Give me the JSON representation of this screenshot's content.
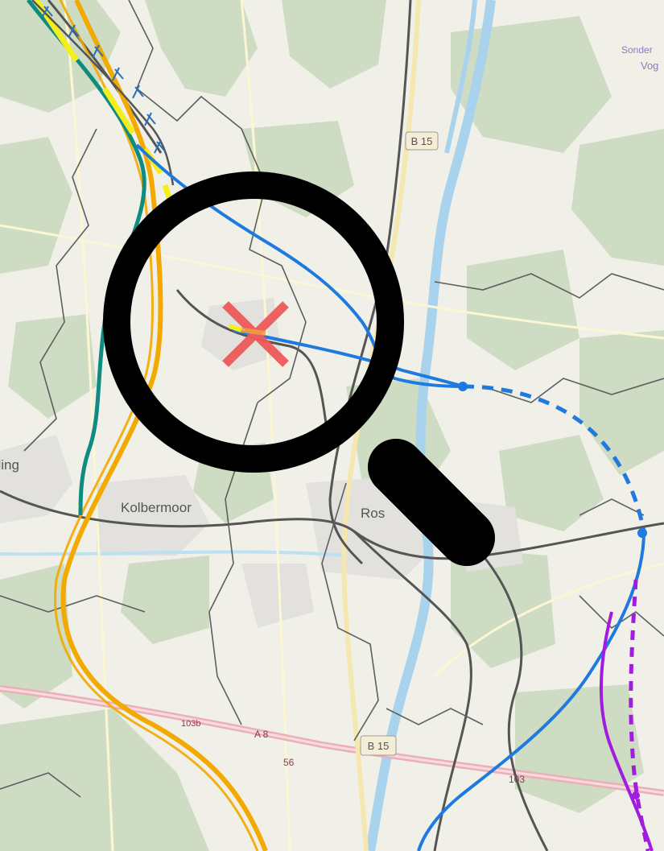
{
  "map": {
    "places": {
      "kolbermoor": "Kolbermoor",
      "rosenheim_partial": "Ros",
      "ling_partial": "oling",
      "sonder_partial": "Sonder",
      "vog_partial": "Vog"
    },
    "roads": {
      "b15_north": "B 15",
      "b15_south": "B 15",
      "a8": "A 8",
      "exit_103b": "103b",
      "exit_103": "103",
      "route_56": "56"
    },
    "colors": {
      "land": "#f1f0e8",
      "forest": "#cfdcc4",
      "urban": "#e2e1dd",
      "water": "#a9d3ec",
      "route_blue": "#1f7ae0",
      "route_orange": "#f2a900",
      "route_teal": "#0e8c80",
      "route_yellow": "#f4ef1c",
      "route_purple": "#a21ce0",
      "rail": "#555555",
      "boundary": "#5e5e5e",
      "marker": "#ee5a5a",
      "magnifier": "#000000"
    },
    "icons": {
      "search": "magnifier-icon",
      "location": "x-marker-icon"
    }
  }
}
